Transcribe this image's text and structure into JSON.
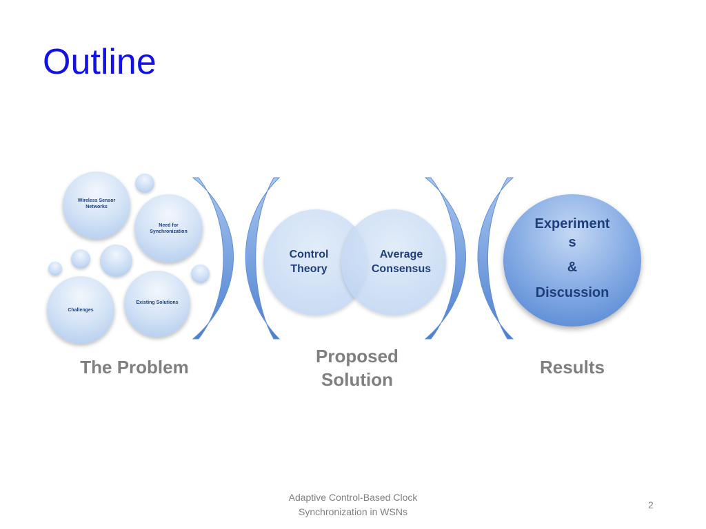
{
  "slide": {
    "title": "Outline",
    "footer_line1": "Adaptive Control-Based Clock",
    "footer_line2": "Synchronization in WSNs",
    "page_number": "2"
  },
  "problem": {
    "label": "The Problem",
    "bubbles": [
      "Wireless Sensor Networks",
      "Need for Synchronization",
      "Existing Solutions",
      "Challenges"
    ]
  },
  "solution": {
    "label_line1": "Proposed",
    "label_line2": "Solution",
    "left_circle": "Control\nTheory",
    "right_circle": "Average\nConsensus"
  },
  "results": {
    "label": "Results",
    "line1": "Experiment",
    "line2": "s",
    "line3": "&",
    "line4": "Discussion"
  }
}
